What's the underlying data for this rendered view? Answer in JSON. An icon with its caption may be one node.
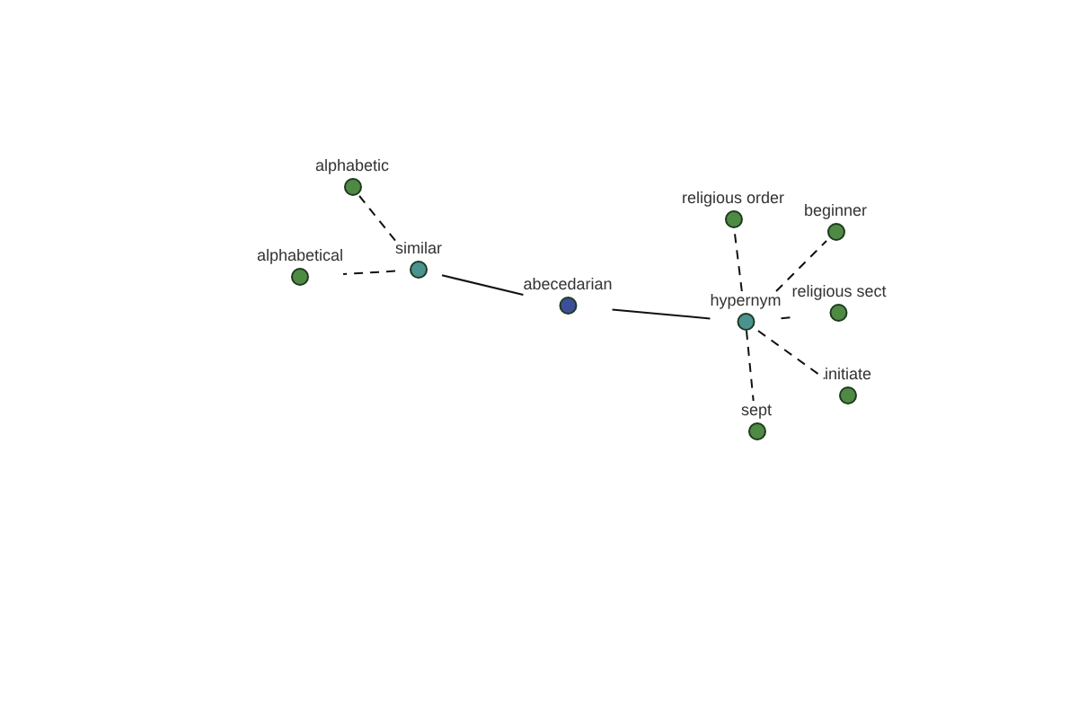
{
  "diagram": {
    "nodes": [
      {
        "text": [
          "alphabetic"
        ]
      },
      {
        "text": [
          "alphabetical"
        ]
      },
      {
        "text": [
          "similar"
        ]
      },
      {
        "text": [
          "abecedarian"
        ]
      },
      {
        "text": [
          "religious order"
        ]
      },
      {
        "text": [
          "beginner"
        ]
      },
      {
        "text": [
          "hypernym"
        ]
      },
      {
        "text": [
          "religious sect"
        ]
      },
      {
        "text": [
          "initiate"
        ]
      },
      {
        "text": [
          "sept"
        ]
      }
    ],
    "edges": [
      {
        "from": 2,
        "to": 0,
        "arrow": "none",
        "style": "dashed"
      },
      {
        "from": 2,
        "to": 1,
        "arrow": "none",
        "style": "dashed"
      },
      {
        "from": 3,
        "to": 2,
        "arrow": "none"
      },
      {
        "from": 3,
        "to": 6,
        "arrow": "none"
      },
      {
        "from": 6,
        "to": 4,
        "arrow": "none",
        "style": "dashed"
      },
      {
        "from": 6,
        "to": 5,
        "arrow": "none",
        "style": "dashed"
      },
      {
        "from": 6,
        "to": 7,
        "arrow": "none",
        "style": "dashed"
      },
      {
        "from": 6,
        "to": 8,
        "arrow": "none",
        "style": "dashed"
      },
      {
        "from": 6,
        "to": 9,
        "arrow": "none",
        "style": "dashed"
      }
    ]
  }
}
